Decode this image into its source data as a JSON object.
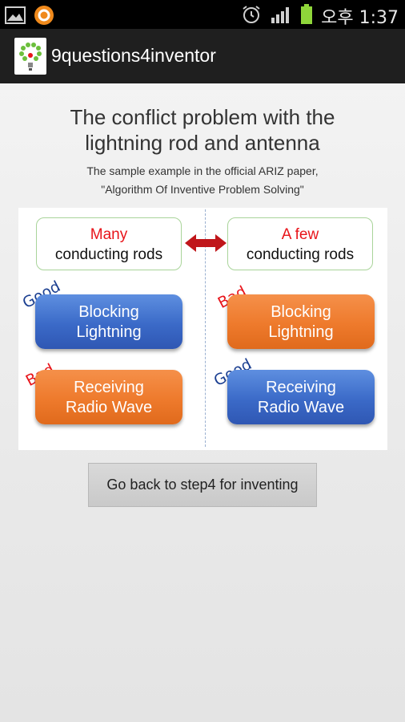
{
  "status_bar": {
    "time": "오후 1:37"
  },
  "app": {
    "title": "9questions4inventor"
  },
  "page": {
    "title_line1": "The conflict problem with the",
    "title_line2": "lightning rod and antenna",
    "subtitle_line1": "The sample example in the official ARIZ paper,",
    "subtitle_line2": "\"Algorithm Of Inventive Problem Solving\""
  },
  "diagram": {
    "left": {
      "condition_red": "Many",
      "condition_text": "conducting rods",
      "top_tag": "Good",
      "top_pill_line1": "Blocking",
      "top_pill_line2": "Lightning",
      "bottom_tag": "Bad",
      "bottom_pill_line1": "Receiving",
      "bottom_pill_line2": "Radio Wave"
    },
    "right": {
      "condition_red": "A few",
      "condition_text": "conducting rods",
      "top_tag": "Bad",
      "top_pill_line1": "Blocking",
      "top_pill_line2": "Lightning",
      "bottom_tag": "Good",
      "bottom_pill_line1": "Receiving",
      "bottom_pill_line2": "Radio Wave"
    }
  },
  "actions": {
    "back_button": "Go back to step4 for inventing"
  },
  "colors": {
    "good": "#1b3f91",
    "bad": "#e8141a",
    "blue_pill": "#3b6ac8",
    "orange_pill": "#ee7a2c"
  }
}
